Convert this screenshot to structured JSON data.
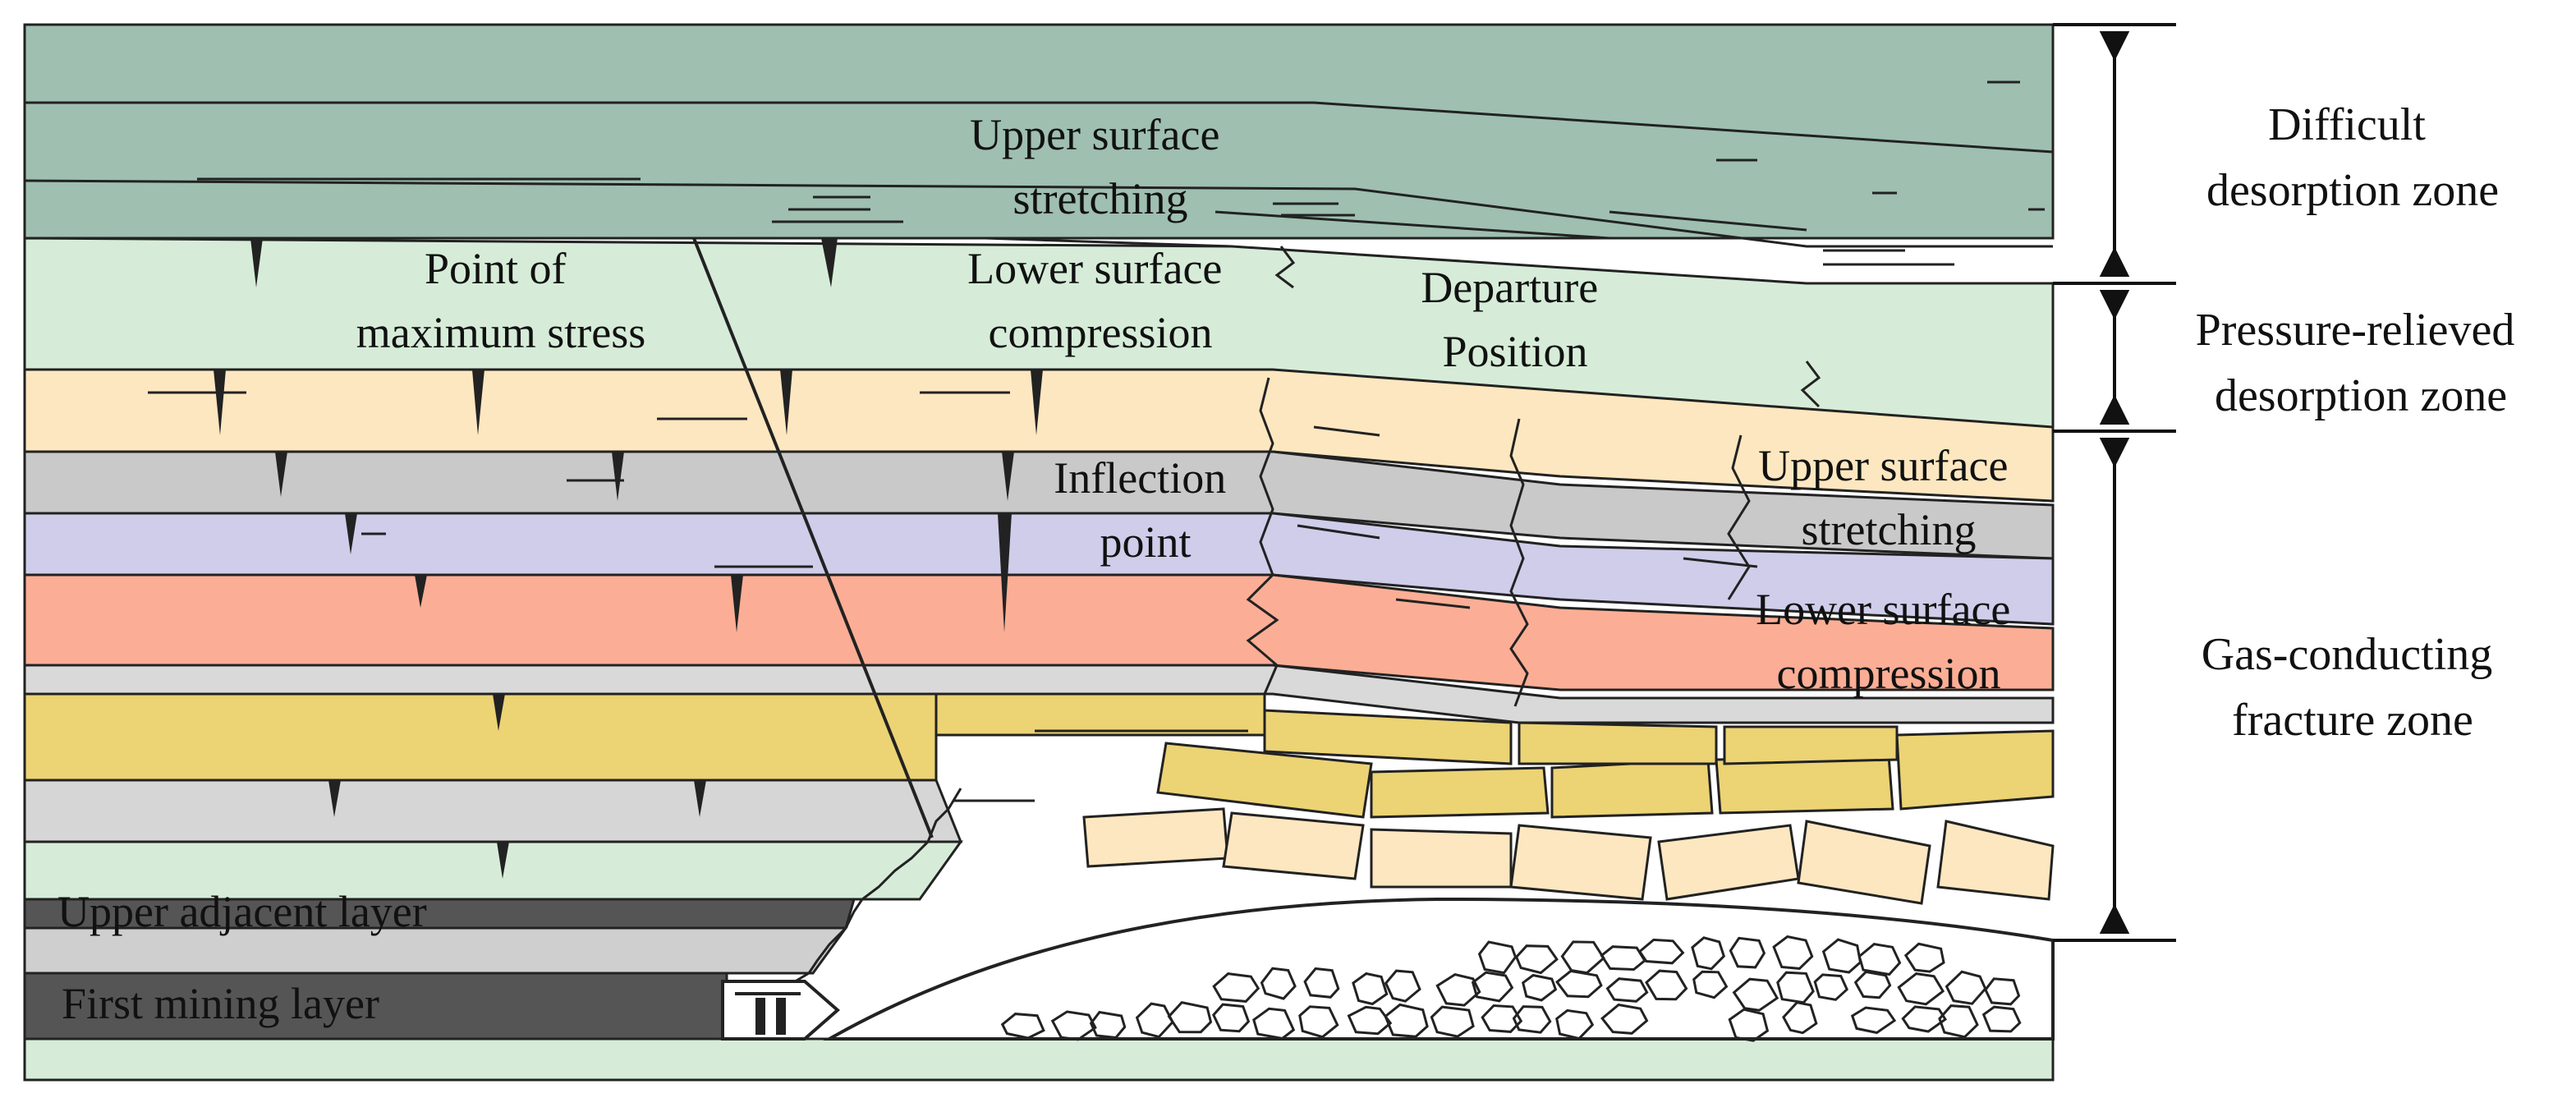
{
  "colors": {
    "top_strata": "#9fbfb0",
    "mint": "#d6ecd8",
    "cream": "#fde7c0",
    "gray": "#c9c9c9",
    "lavender": "#cfcdea",
    "salmon": "#fbae95",
    "yellow": "#ecd374",
    "dark_layer": "#555555",
    "rubble": "#ffffff"
  },
  "labels": {
    "upper_stretching_top": [
      "Upper surface",
      "stretching"
    ],
    "point_max_stress": [
      "Point of",
      "maximum stress"
    ],
    "lower_compression_top": [
      "Lower surface",
      "compression"
    ],
    "departure_position": [
      "Departure",
      "Position"
    ],
    "inflection_point": [
      "Inflection",
      "point"
    ],
    "upper_stretching_right": [
      "Upper surface",
      "stretching"
    ],
    "lower_compression_right": [
      "Lower surface",
      "compression"
    ],
    "upper_adjacent_layer": "Upper adjacent layer",
    "first_mining_layer": "First mining layer"
  },
  "zones": [
    {
      "id": "difficult",
      "lines": [
        "Difficult",
        "desorption zone"
      ]
    },
    {
      "id": "pressure",
      "lines": [
        "Pressure-relieved",
        "desorption zone"
      ]
    },
    {
      "id": "gas",
      "lines": [
        "Gas-conducting",
        "fracture zone"
      ]
    }
  ]
}
